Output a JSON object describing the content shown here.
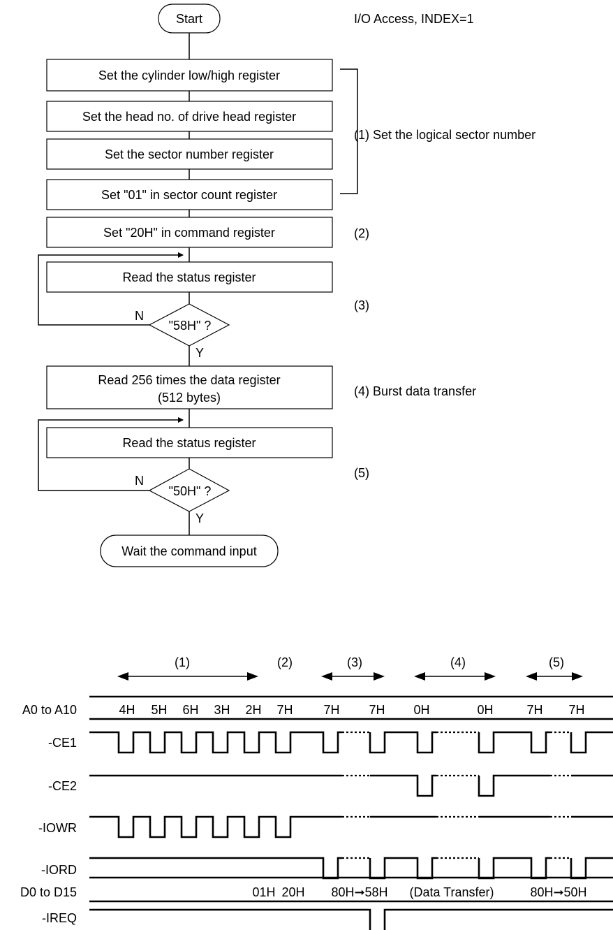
{
  "flowchart": {
    "start": "Start",
    "mode": "I/O Access, INDEX=1",
    "steps": {
      "cylinder": "Set the cylinder low/high register",
      "head": "Set the head no. of drive head register",
      "sector": "Set the sector number register",
      "count": "Set \"01\" in sector count register",
      "command": "Set \"20H\" in command register",
      "read_status_1": "Read the status register",
      "read_data_1": "Read 256 times the data register",
      "read_data_2": "(512 bytes)",
      "read_status_2": "Read the status register",
      "end": "Wait the command input"
    },
    "decisions": {
      "d1": "\"58H\"  ?",
      "d2": "\"50H\"  ?",
      "no": "N",
      "yes": "Y"
    },
    "annotations": {
      "a1": "(1) Set the logical sector number",
      "a2": "(2)",
      "a3": "(3)",
      "a4": "(4) Burst data transfer",
      "a5": "(5)"
    }
  },
  "timing": {
    "phases": [
      "(1)",
      "(2)",
      "(3)",
      "(4)",
      "(5)"
    ],
    "signals": [
      "A0 to A10",
      "-CE1",
      "-CE2",
      "-IOWR",
      "-IORD",
      "D0 to D15",
      "-IREQ"
    ],
    "address_values": [
      "4H",
      "5H",
      "6H",
      "3H",
      "2H",
      "7H",
      "7H",
      "7H",
      "0H",
      "0H",
      "7H",
      "7H"
    ],
    "data_values": [
      "01H",
      "20H",
      "80H➞58H",
      "(Data Transfer)",
      "80H➞50H"
    ]
  }
}
